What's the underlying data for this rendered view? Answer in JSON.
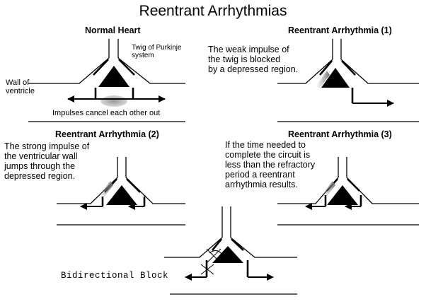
{
  "title": "Reentrant Arrhythmias",
  "panels": {
    "normal": {
      "heading": "Normal Heart",
      "twig_label": "Twig of Purkinje\nsystem",
      "wall_label": "Wall of\nventricle",
      "caption": "Impulses cancel each other out"
    },
    "ra1": {
      "heading": "Reentrant Arrhythmia (1)",
      "text": "The weak impulse of\nthe twig is blocked\nby a depressed region."
    },
    "ra2": {
      "heading": "Reentrant Arrhythmia (2)",
      "text": "The strong impulse of\nthe ventricular wall\njumps through the\ndepressed region."
    },
    "ra3": {
      "heading": "Reentrant Arrhythmia (3)",
      "text": "If the time needed to\ncomplete the circuit is\nless than the refractory\nperiod a reentrant\narrhythmia results."
    },
    "bidirectional": {
      "label": "Bidirectional Block"
    }
  },
  "colors": {
    "ink": "#000000",
    "depressed_region": "#b4b4b4"
  }
}
